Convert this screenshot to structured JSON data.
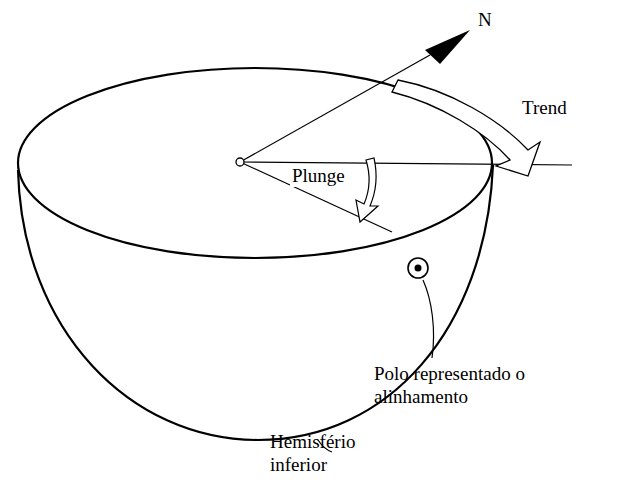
{
  "diagram": {
    "labels": [
      "N",
      "Trend",
      "Plunge",
      "Polo representado o alinhamento",
      "Hemisfério inferior"
    ]
  }
}
